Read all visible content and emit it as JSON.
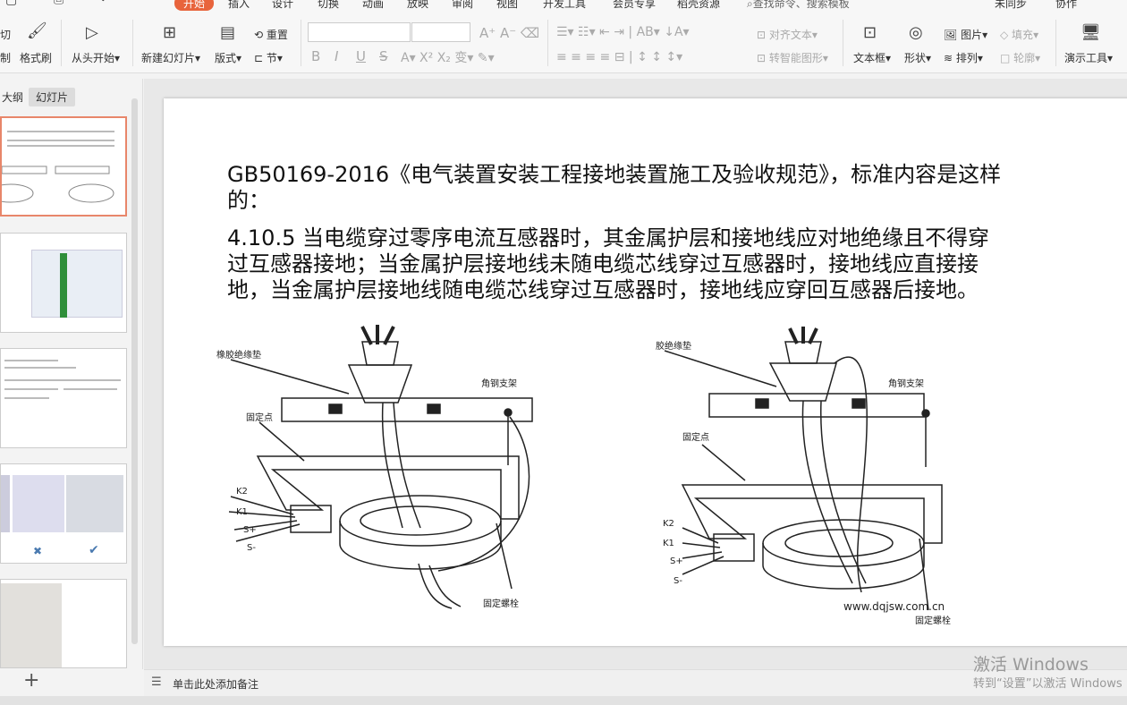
{
  "menu": {
    "tabs": [
      "开始",
      "插入",
      "设计",
      "切换",
      "动画",
      "放映",
      "审阅",
      "视图",
      "开发工具",
      "会员专享",
      "稻壳资源"
    ],
    "search": "查找命令、搜索模板",
    "sync": "未同步",
    "collab": "协作"
  },
  "ribbon": {
    "cut": "剪切",
    "copy": "复制",
    "format_painter": "格式刷",
    "from_start": "从头开始",
    "new_slide": "新建幻灯片",
    "layout": "版式",
    "reset": "重置",
    "section": "节",
    "align_text": "对齐文本",
    "smartart": "转智能图形",
    "textbox": "文本框",
    "shape": "形状",
    "picture": "图片",
    "fill": "填充",
    "arrange": "排列",
    "outline": "轮廓",
    "present_tools": "演示工具",
    "bold": "B",
    "italic": "I",
    "underline": "U",
    "strike": "S"
  },
  "left_panel": {
    "tab_outline": "大纲",
    "tab_slides": "幻灯片",
    "selected_slide": 1,
    "slide_count": 5,
    "add": "+"
  },
  "slide": {
    "title": "GB50169-2016《电气装置安装工程接地装置施工及验收规范》，标准内容是这样",
    "title2": "的：",
    "body1": "4.10.5 当电缆穿过零序电流互感器时，其金属护层和接地线应对地绝缘且不得穿",
    "body2": "过互感器接地；当金属护层接地线未随电缆芯线穿过互感器时，接地线应直接接",
    "body3": "地，当金属护层接地线随电缆芯线穿过互感器时，接地线应穿回互感器后接地。",
    "fig_labels": {
      "pad": "橡胶绝缘垫",
      "bracket": "角钢支架",
      "fix_point": "固定点",
      "bolt": "固定螺栓",
      "k2": "K2",
      "k1": "K1",
      "sp": "S+",
      "sm": "S-",
      "website": "www.dqjsw.com.cn"
    }
  },
  "notes": {
    "placeholder": "单击此处添加备注"
  },
  "watermark": {
    "line1": "激活 Windows",
    "line2": "转到“设置”以激活 Windows"
  },
  "colors": {
    "accent": "#e8643c",
    "thumb_selected": "#e8866a"
  }
}
